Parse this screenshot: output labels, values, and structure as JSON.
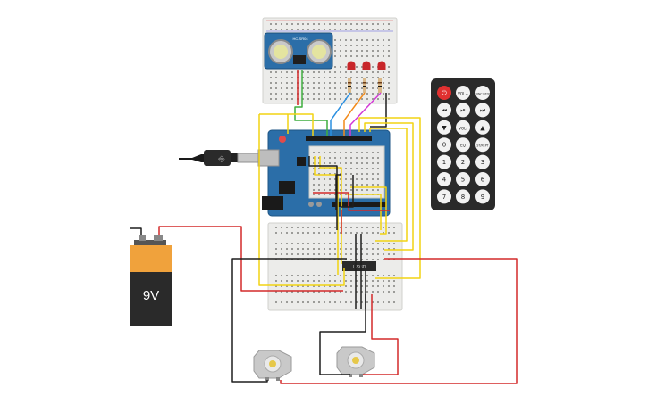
{
  "battery": {
    "label": "9V"
  },
  "driver": {
    "label": "L293D"
  },
  "sensor": {
    "label": "HC-SR04"
  },
  "remote": {
    "rows": [
      [
        {
          "name": "power-button",
          "label": "⏻",
          "kind": "power"
        },
        {
          "name": "vol-up-button",
          "label": "VOL+"
        },
        {
          "name": "func-stop-button",
          "label": "FUNC/STOP"
        }
      ],
      [
        {
          "name": "prev-button",
          "label": "⏮"
        },
        {
          "name": "play-pause-button",
          "label": "⏯"
        },
        {
          "name": "next-button",
          "label": "⏭"
        }
      ],
      [
        {
          "name": "down-button",
          "label": "▼"
        },
        {
          "name": "vol-down-button",
          "label": "VOL-"
        },
        {
          "name": "up-button",
          "label": "▲"
        }
      ],
      [
        {
          "name": "digit-0-button",
          "label": "0"
        },
        {
          "name": "eq-button",
          "label": "EQ"
        },
        {
          "name": "st-rept-button",
          "label": "ST/REPT"
        }
      ],
      [
        {
          "name": "digit-1-button",
          "label": "1"
        },
        {
          "name": "digit-2-button",
          "label": "2"
        },
        {
          "name": "digit-3-button",
          "label": "3"
        }
      ],
      [
        {
          "name": "digit-4-button",
          "label": "4"
        },
        {
          "name": "digit-5-button",
          "label": "5"
        },
        {
          "name": "digit-6-button",
          "label": "6"
        }
      ],
      [
        {
          "name": "digit-7-button",
          "label": "7"
        },
        {
          "name": "digit-8-button",
          "label": "8"
        },
        {
          "name": "digit-9-button",
          "label": "9"
        }
      ]
    ]
  },
  "colors": {
    "wire_red": "#d42a2a",
    "wire_black": "#1e1e1e",
    "wire_yellow": "#f2d313",
    "wire_green": "#3fae3f",
    "wire_blue": "#2a8fe0",
    "wire_orange": "#f28a1a",
    "wire_magenta": "#d33ad6",
    "arduino_blue": "#2b6ea8",
    "breadboard": "#ececea",
    "battery_orange": "#f0a23c",
    "led_red": "#c8262a",
    "remote_body": "#2a2a2a"
  }
}
